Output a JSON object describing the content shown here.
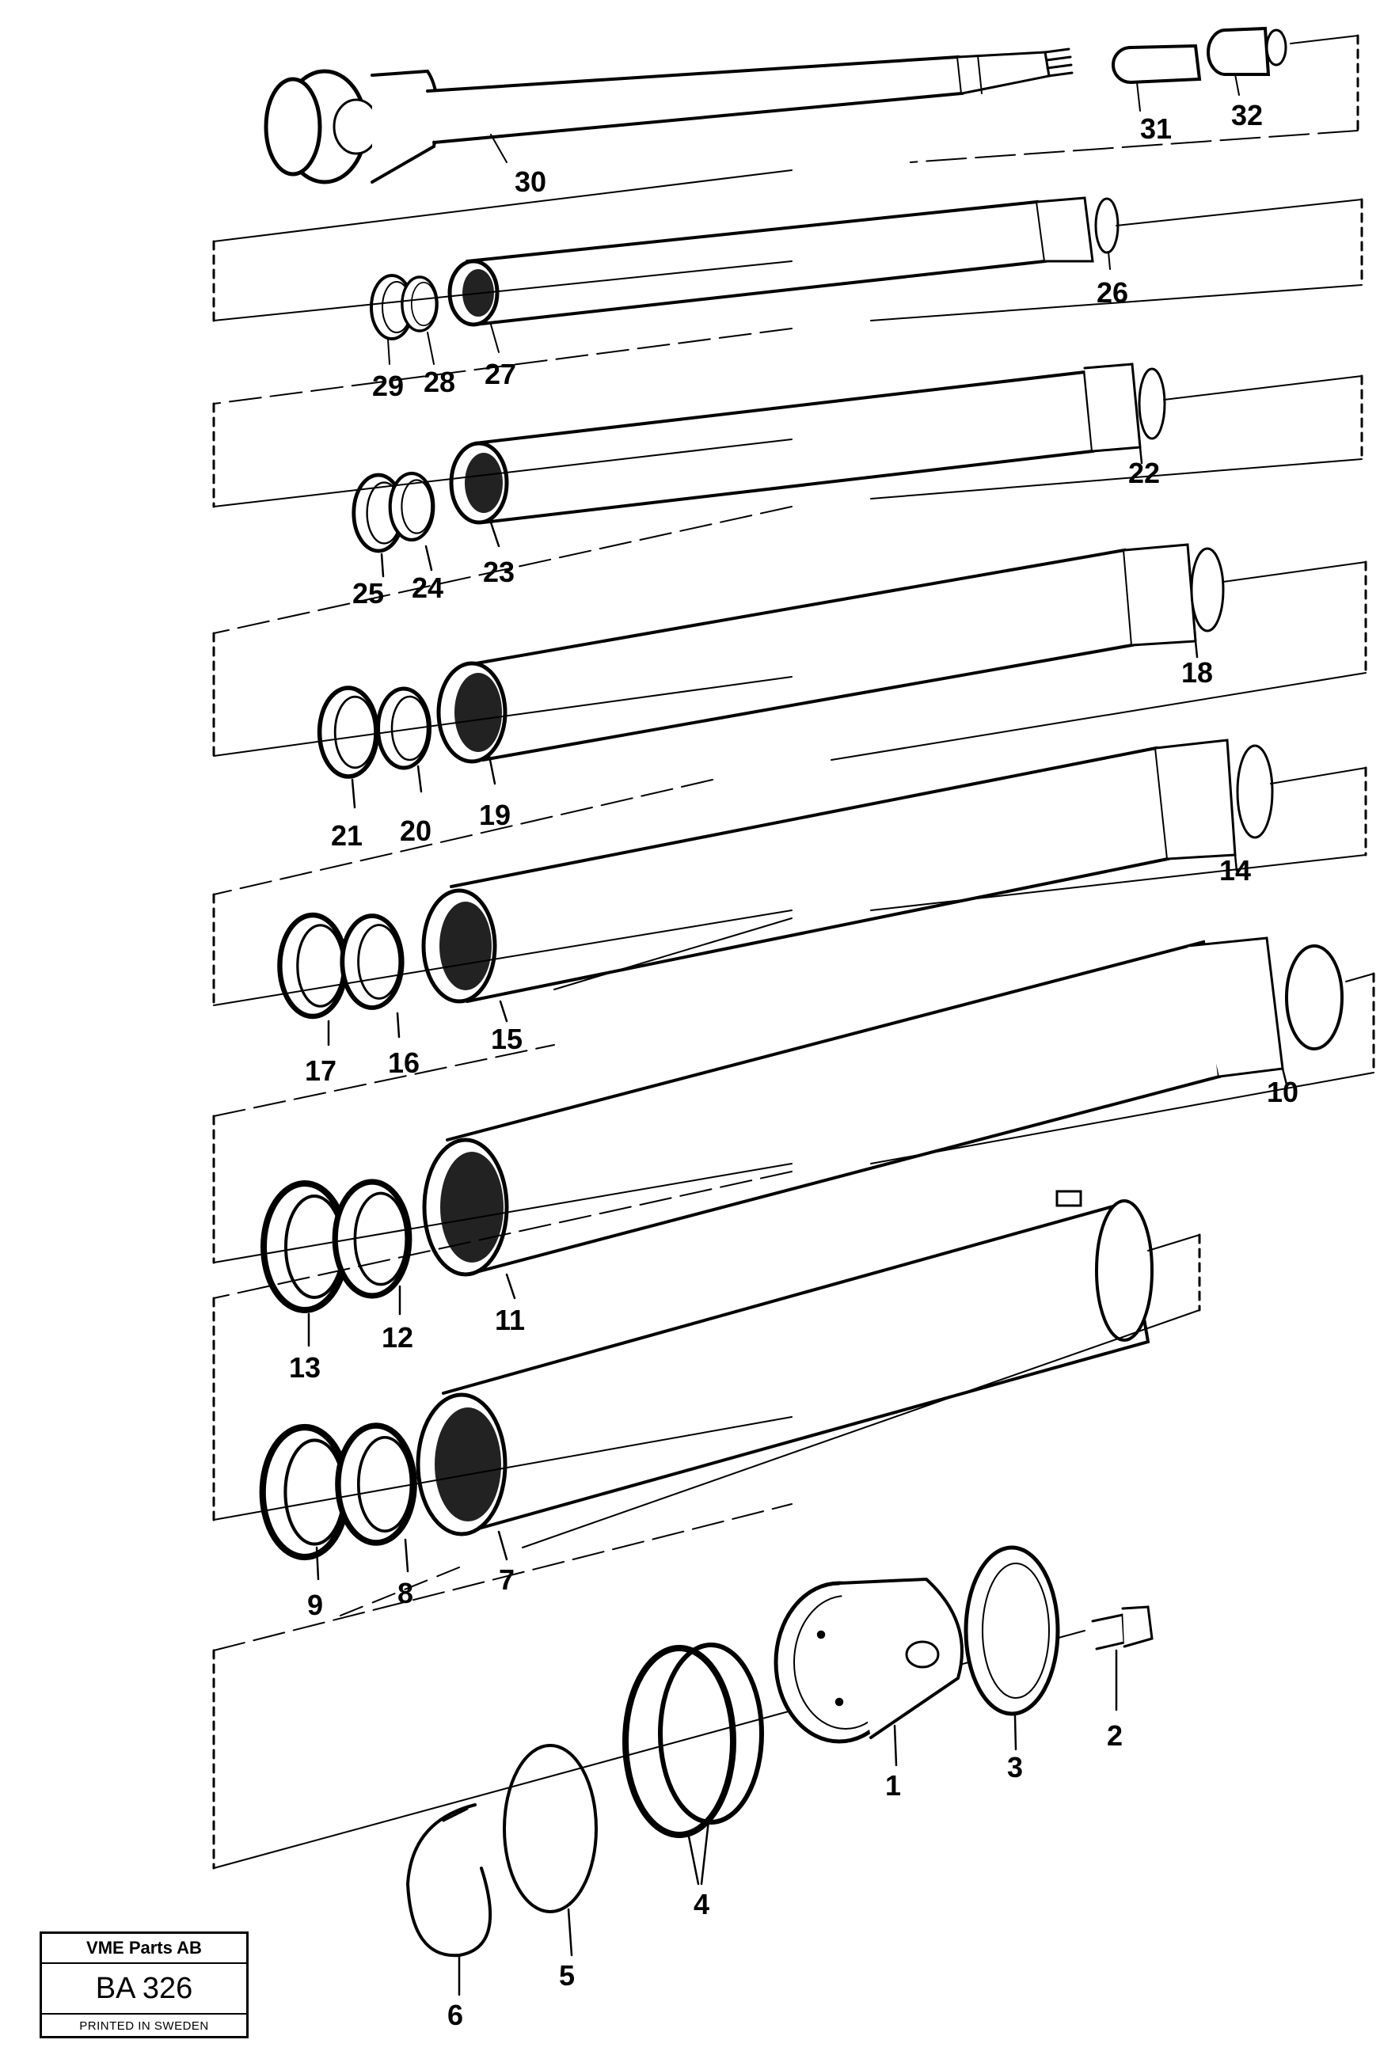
{
  "labels": {
    "p1": "1",
    "p2": "2",
    "p3": "3",
    "p4": "4",
    "p5": "5",
    "p6": "6",
    "p7": "7",
    "p8": "8",
    "p9": "9",
    "p10": "10",
    "p11": "11",
    "p12": "12",
    "p13": "13",
    "p14": "14",
    "p15": "15",
    "p16": "16",
    "p17": "17",
    "p18": "18",
    "p19": "19",
    "p20": "20",
    "p21": "21",
    "p22": "22",
    "p23": "23",
    "p24": "24",
    "p25": "25",
    "p26": "26",
    "p27": "27",
    "p28": "28",
    "p29": "29",
    "p30": "30",
    "p31": "31",
    "p32": "32"
  },
  "stamp": {
    "company": "VME Parts AB",
    "code": "BA 326",
    "printed": "PRINTED IN SWEDEN"
  }
}
